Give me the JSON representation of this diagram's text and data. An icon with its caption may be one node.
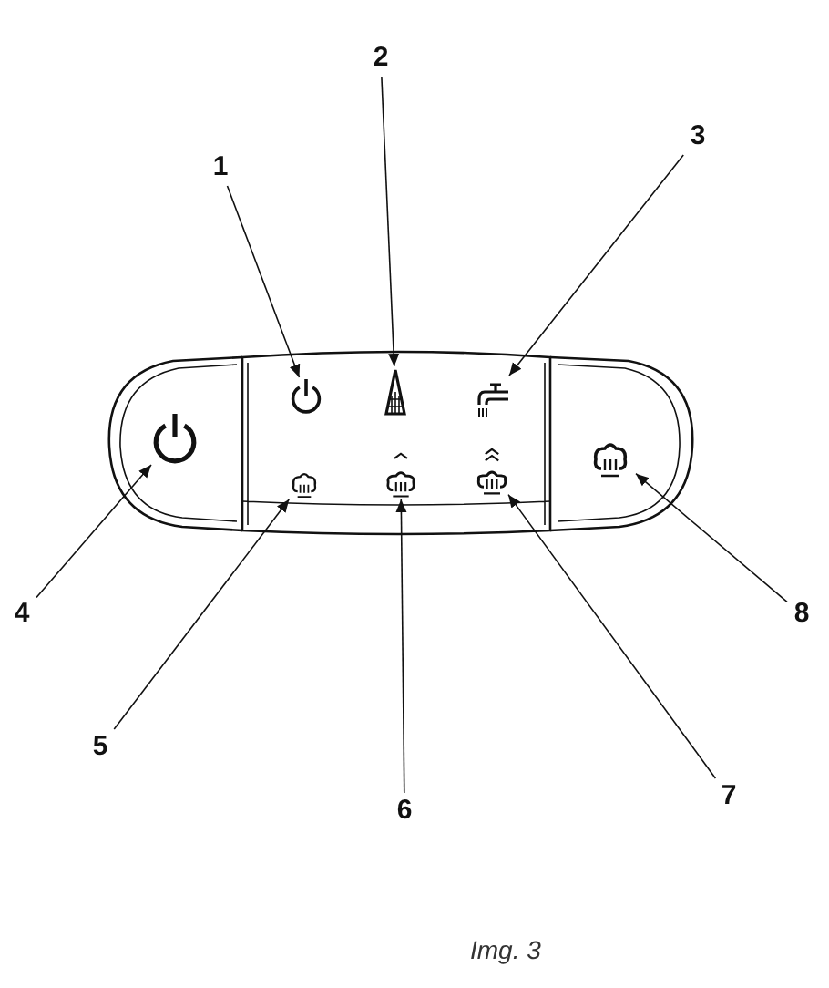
{
  "diagram": {
    "caption": "Img. 3",
    "nodes": [
      {
        "text": [
          "1"
        ]
      },
      {
        "text": [
          "2"
        ]
      },
      {
        "text": [
          "3"
        ]
      },
      {
        "text": [
          "4"
        ]
      },
      {
        "text": [
          "5"
        ]
      },
      {
        "text": [
          "6"
        ]
      },
      {
        "text": [
          "7"
        ]
      },
      {
        "text": [
          "8"
        ]
      },
      {
        "text": [],
        "shape": "picture"
      },
      {
        "text": [],
        "shape": "picture"
      },
      {
        "text": [],
        "shape": "picture"
      },
      {
        "text": [],
        "shape": "picture"
      },
      {
        "text": [],
        "shape": "picture"
      },
      {
        "text": [],
        "shape": "picture"
      },
      {
        "text": [],
        "shape": "picture"
      },
      {
        "text": [],
        "shape": "picture"
      }
    ],
    "edges": [
      {
        "from": 0,
        "to": 8,
        "arrow": "to"
      },
      {
        "from": 1,
        "to": 9,
        "arrow": "to"
      },
      {
        "from": 2,
        "to": 10,
        "arrow": "to"
      },
      {
        "from": 3,
        "to": 11,
        "arrow": "to"
      },
      {
        "from": 4,
        "to": 12,
        "arrow": "to"
      },
      {
        "from": 5,
        "to": 13,
        "arrow": "to"
      },
      {
        "from": 6,
        "to": 14,
        "arrow": "to"
      },
      {
        "from": 7,
        "to": 15,
        "arrow": "to"
      }
    ]
  }
}
